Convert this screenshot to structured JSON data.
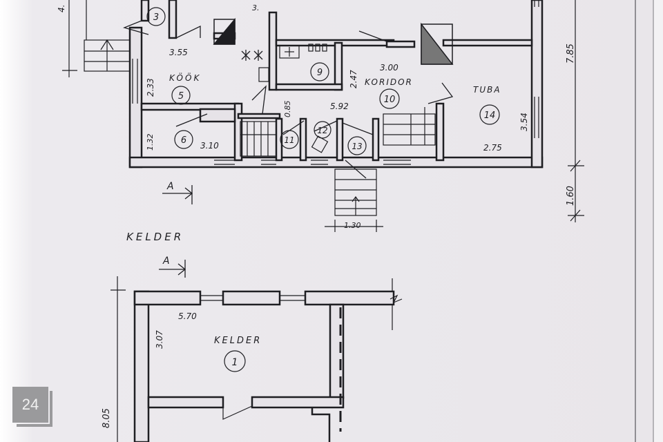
{
  "plan": {
    "colors": {
      "paper": "#ebe8ec",
      "ink": "#1e1e22",
      "wall_fill": "#e6e3e8"
    },
    "ground_floor": {
      "rooms": [
        {
          "number": "3"
        },
        {
          "number": "5",
          "name": "KÖÖK"
        },
        {
          "number": "6"
        },
        {
          "number": "9"
        },
        {
          "number": "10",
          "name": "KORIDOR"
        },
        {
          "number": "11"
        },
        {
          "number": "12"
        },
        {
          "number": "13"
        },
        {
          "number": "14",
          "name": "TUBA"
        }
      ],
      "dimensions": {
        "kitchen_width": "3.55",
        "kitchen_depth": "2.33",
        "room6_depth": "1.32",
        "room6_width": "3.10",
        "corridor_width": "3.00",
        "corridor_depth": "2.47",
        "hall_depth": "0.85",
        "hall_length": "5.92",
        "tuba_depth": "3.54",
        "tuba_width": "2.75",
        "overall_depth": "7.85",
        "porch_depth": "1.60",
        "steps_width": "1.30",
        "left_partial": "4.",
        "top_marks": "3."
      },
      "section_marker": "A"
    },
    "basement": {
      "title": "KELDER",
      "section_marker": "A",
      "rooms": [
        {
          "number": "1",
          "name": "KELDER"
        }
      ],
      "dimensions": {
        "room1_width": "5.70",
        "room1_depth": "3.07",
        "overall_depth": "8.05"
      }
    }
  },
  "watermark": {
    "page_number": "24"
  }
}
